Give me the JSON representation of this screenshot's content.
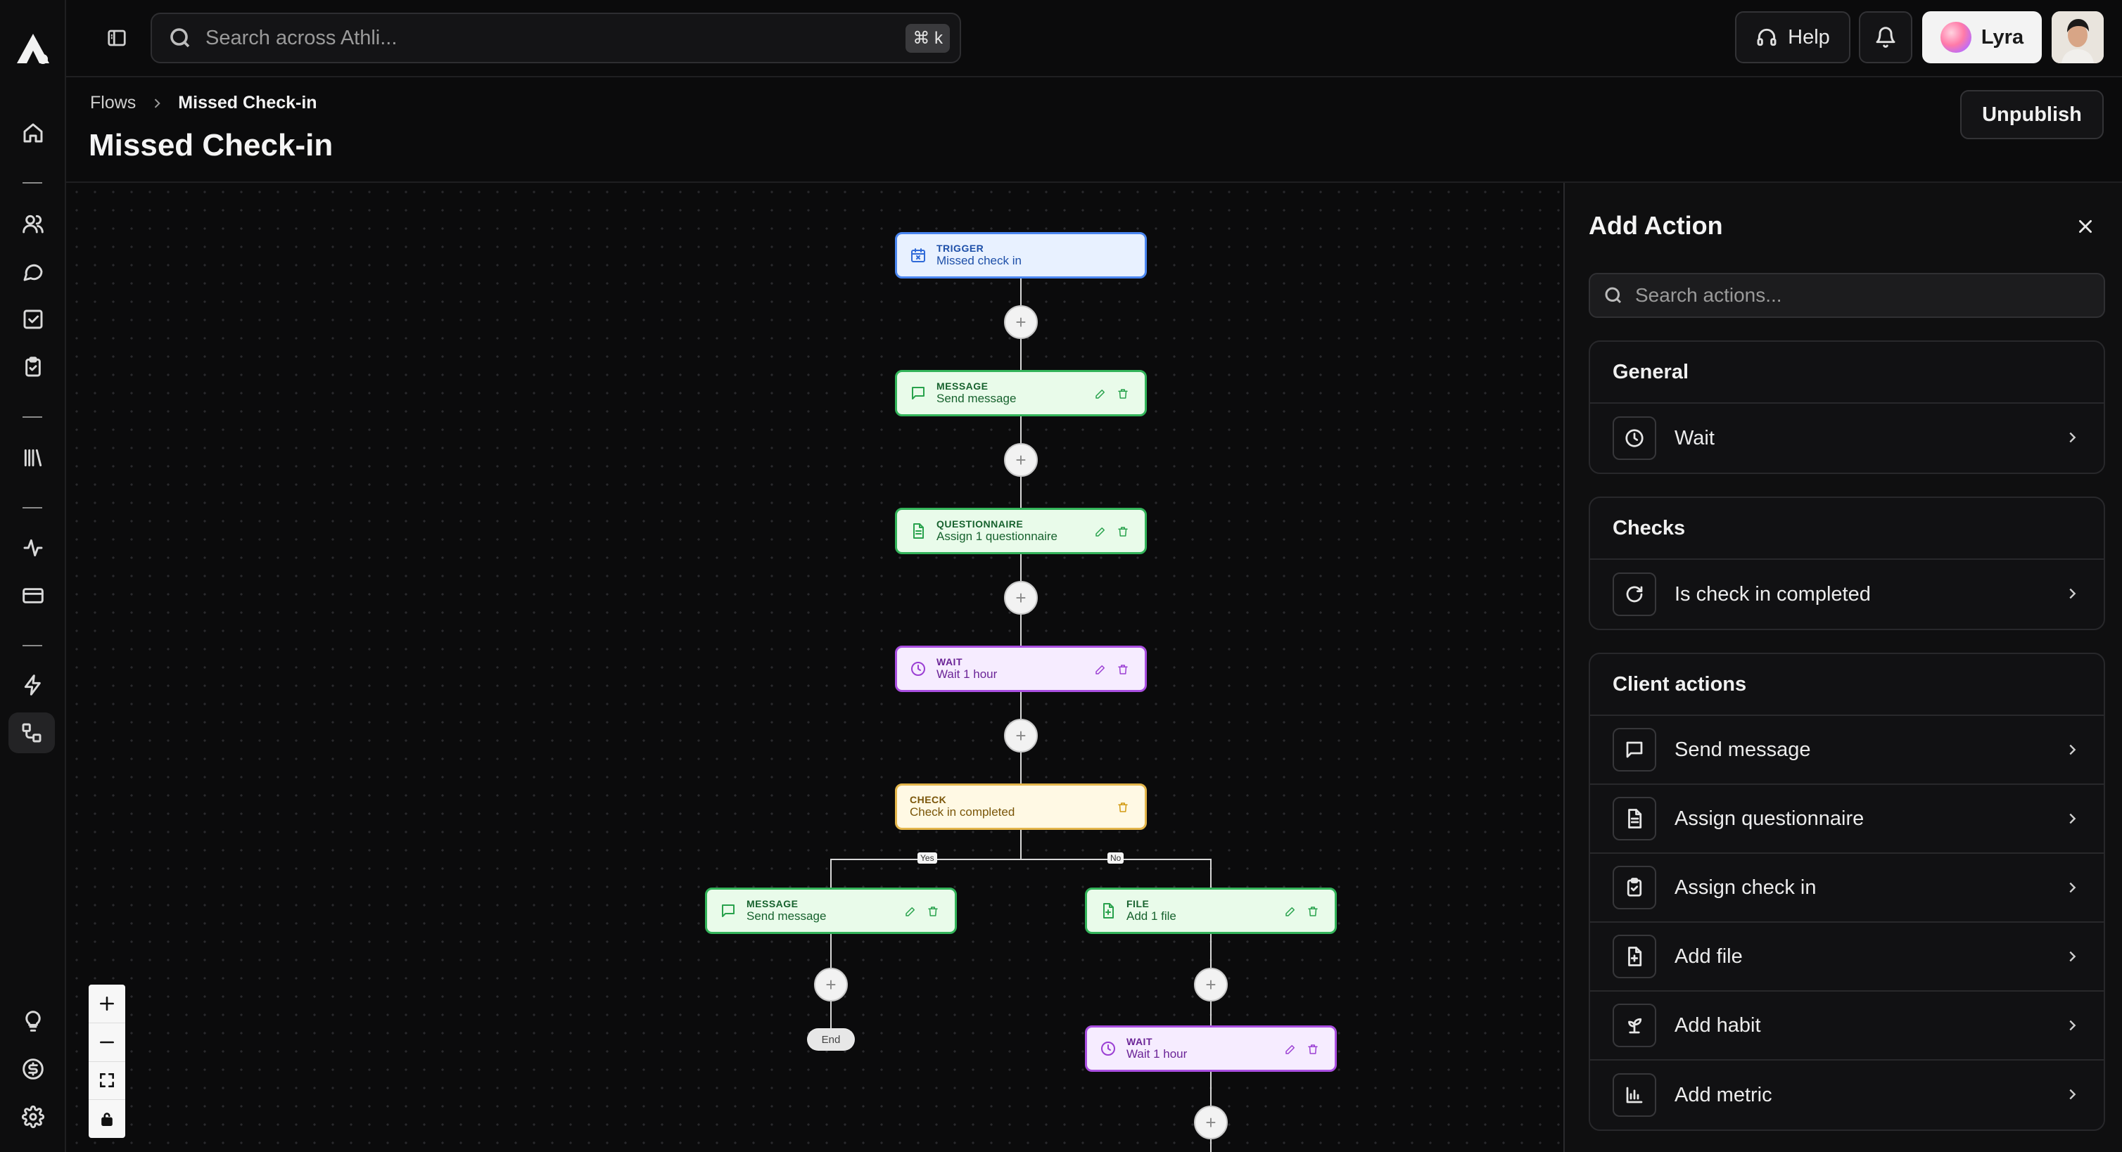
{
  "search": {
    "placeholder": "Search across Athli...",
    "shortcut": "⌘ k"
  },
  "topbar": {
    "help_label": "Help",
    "assistant_label": "Lyra"
  },
  "breadcrumb": {
    "root": "Flows",
    "current": "Missed Check-in"
  },
  "page": {
    "title": "Missed Check-in",
    "unpublish_label": "Unpublish"
  },
  "flow": {
    "nodes": [
      {
        "kind": "TRIGGER",
        "label": "Missed check in",
        "color": "blue",
        "icon": "calendar-x-icon"
      },
      {
        "kind": "MESSAGE",
        "label": "Send message",
        "color": "green",
        "icon": "message-icon"
      },
      {
        "kind": "QUESTIONNAIRE",
        "label": "Assign 1 questionnaire",
        "color": "green",
        "icon": "document-icon"
      },
      {
        "kind": "WAIT",
        "label": "Wait 1 hour",
        "color": "purple",
        "icon": "clock-icon"
      },
      {
        "kind": "CHECK",
        "label": "Check in completed",
        "color": "yellow",
        "icon": ""
      },
      {
        "kind": "MESSAGE",
        "label": "Send message",
        "color": "green",
        "icon": "message-icon"
      },
      {
        "kind": "FILE",
        "label": "Add 1 file",
        "color": "green",
        "icon": "file-icon"
      },
      {
        "kind": "WAIT",
        "label": "Wait 1 hour",
        "color": "purple",
        "icon": "clock-icon"
      }
    ],
    "branch_yes": "Yes",
    "branch_no": "No",
    "end_label": "End"
  },
  "panel": {
    "title": "Add Action",
    "search_placeholder": "Search actions...",
    "groups": [
      {
        "title": "General",
        "items": [
          {
            "label": "Wait",
            "icon": "clock-icon"
          }
        ]
      },
      {
        "title": "Checks",
        "items": [
          {
            "label": "Is check in completed",
            "icon": "refresh-icon"
          }
        ]
      },
      {
        "title": "Client actions",
        "items": [
          {
            "label": "Send message",
            "icon": "message-icon"
          },
          {
            "label": "Assign questionnaire",
            "icon": "document-icon"
          },
          {
            "label": "Assign check in",
            "icon": "clipboard-check-icon"
          },
          {
            "label": "Add file",
            "icon": "file-plus-icon"
          },
          {
            "label": "Add habit",
            "icon": "sprout-icon"
          },
          {
            "label": "Add metric",
            "icon": "bar-chart-icon"
          }
        ]
      }
    ]
  },
  "colors": {
    "trigger": "#4a86f0",
    "action": "#33b45a",
    "wait": "#a94ee0",
    "check": "#e3b54a",
    "background": "#0b0b0c"
  }
}
